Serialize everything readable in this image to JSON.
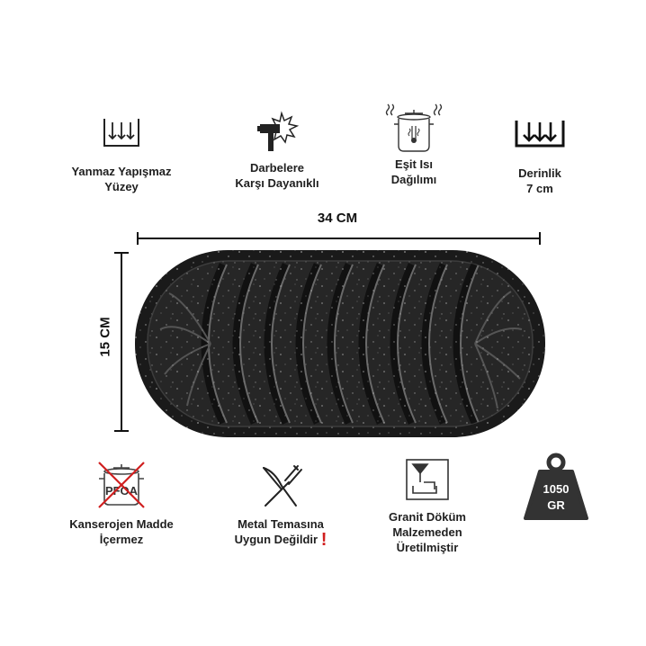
{
  "features_top": [
    {
      "icon": "non-stick-surface-icon",
      "label": "Yanmaz Yapışmaz\nYüzey"
    },
    {
      "icon": "impact-resistant-hammer-icon",
      "label": "Darbelere\nKarşı Dayanıklı"
    },
    {
      "icon": "even-heat-pot-icon",
      "label": "Eşit Isı\nDağılımı"
    },
    {
      "icon": "depth-icon",
      "label": "Derinlik\n7 cm"
    }
  ],
  "features_bottom": [
    {
      "icon": "pfoa-free-icon",
      "icon_text": "PFOA",
      "label": "Kanserojen Madde\nİçermez"
    },
    {
      "icon": "fork-knife-icon",
      "label": "Metal Temasına\nUygun Değildir",
      "mark": "!"
    },
    {
      "icon": "granite-casting-icon",
      "label": "Granit Döküm\nMalzemeden\nÜretilmiştir"
    },
    {
      "icon": "weight-icon",
      "value": "1050",
      "unit": "GR"
    }
  ],
  "dimensions": {
    "width": "34 CM",
    "height": "15 CM"
  },
  "colors": {
    "pan": "#1c1c1c",
    "accent_red": "#d01f1f",
    "text": "#1f1f1f"
  }
}
